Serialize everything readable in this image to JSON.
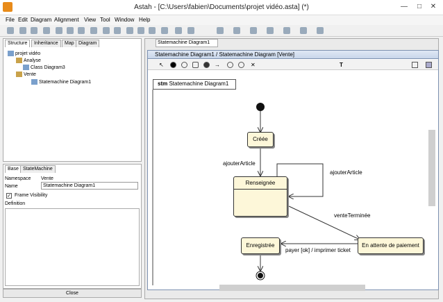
{
  "window": {
    "title": "Astah - [C:\\Users\\fabien\\Documents\\projet vidéo.asta] (*)"
  },
  "menu": [
    "File",
    "Edit",
    "Diagram",
    "Alignment",
    "View",
    "Tool",
    "Window",
    "Help"
  ],
  "left": {
    "tabs": [
      "Structure",
      "Inheritance",
      "Map",
      "Diagram"
    ],
    "tree": [
      "projet vidéo",
      "Analyse",
      "Class Diagram3",
      "Vente",
      "Statemachine Diagram1"
    ]
  },
  "props": {
    "tabs": [
      "Base",
      "StateMachine"
    ],
    "namespace_label": "Namespace",
    "namespace_value": "Vente",
    "name_label": "Name",
    "name_value": "Statemachine Diagram1",
    "frame_label": "Frame Visibility",
    "definition_label": "Definition",
    "close": "Close"
  },
  "diagram": {
    "tab": "Statemachine Diagram1",
    "title": "Statemachine Diagram1 / Statemachine Diagram [Vente]",
    "frame_kw": "stm",
    "frame_name": "Statemachine Diagram1",
    "states": {
      "creee": "Créée",
      "renseignee": "Renseignée",
      "attente": "En attente de paiement",
      "enregistree": "Enregistrée"
    },
    "transitions": {
      "t1": "ajouterArticle",
      "t2": "ajouterArticle",
      "t3": "venteTerminée",
      "t4": "payer [ok] / imprimer ticket"
    }
  }
}
